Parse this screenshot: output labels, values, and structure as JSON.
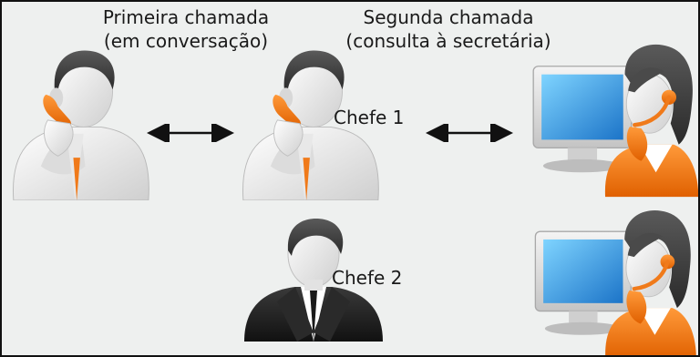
{
  "diagram": {
    "first_call": {
      "line1": "Primeira chamada",
      "line2": "(em conversação)"
    },
    "second_call": {
      "line1": "Segunda chamada",
      "line2": "(consulta à secretária)"
    },
    "boss1_label": "Chefe 1",
    "boss2_label": "Chefe 2"
  },
  "colors": {
    "background": "#eef0ef",
    "phone_orange": "#f07a1a",
    "secretary_orange": "#f47a10",
    "boss2_suit": "#1c1c1c"
  },
  "icons": {
    "caller": "person-on-phone-icon",
    "boss1": "person-on-phone-icon",
    "boss2": "businessman-icon",
    "secretary": "secretary-with-headset-at-computer-icon"
  }
}
